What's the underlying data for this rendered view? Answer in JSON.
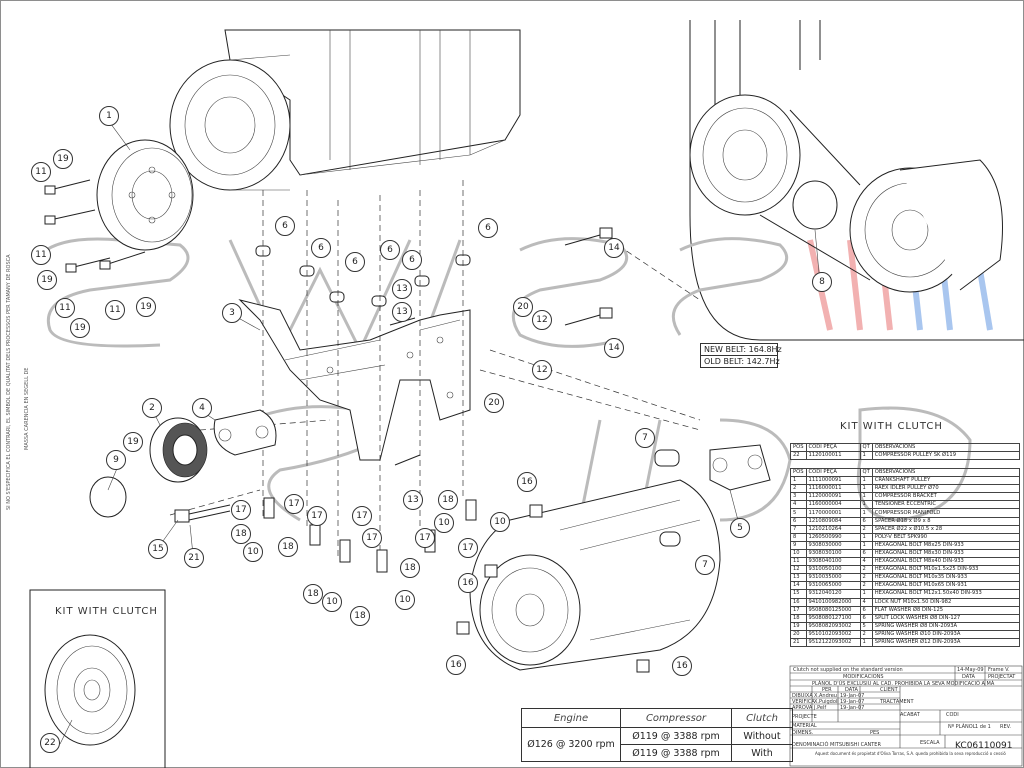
{
  "watermark": "SWISS",
  "side_note": "SI NO S'ESPECIFICA EL CONTRARI, EL SIMBOL DE QUALITAT DELS PROCESSOS PER TAMANY DE ROSCA",
  "side_note_2": "MASSA CARENCIA EN SEGELL DE",
  "kit_label_main": "KIT WITH CLUTCH",
  "kit_label_inset": "KIT WITH CLUTCH",
  "belt": {
    "new": "NEW BELT: 164.8Hz",
    "old": "OLD BELT: 142.7Hz"
  },
  "callouts": {
    "c1": "1",
    "c2": "2",
    "c3": "3",
    "c4": "4",
    "c5": "5",
    "c7a": "7",
    "c7b": "7",
    "c8": "8",
    "c9": "9",
    "c6a": "6",
    "c6b": "6",
    "c6c": "6",
    "c6d": "6",
    "c6e": "6",
    "c6f": "6",
    "c10a": "10",
    "c10b": "10",
    "c10c": "10",
    "c10d": "10",
    "c10e": "10",
    "c11a": "11",
    "c11b": "11",
    "c11c": "11",
    "c11d": "11",
    "c12a": "12",
    "c12b": "12",
    "c13a": "13",
    "c13b": "13",
    "c13c": "13",
    "c14a": "14",
    "c14b": "14",
    "c15": "15",
    "c16a": "16",
    "c16b": "16",
    "c16c": "16",
    "c16d": "16",
    "c17a": "17",
    "c17b": "17",
    "c17c": "17",
    "c17d": "17",
    "c17e": "17",
    "c17f": "17",
    "c17g": "17",
    "c18a": "18",
    "c18b": "18",
    "c18c": "18",
    "c18d": "18",
    "c18e": "18",
    "c18f": "18",
    "c19a": "19",
    "c19b": "19",
    "c19c": "19",
    "c19d": "19",
    "c19e": "19",
    "c20a": "20",
    "c20b": "20",
    "c21": "21",
    "c22": "22"
  },
  "kit_table": {
    "headers": [
      "POS",
      "CODI PEÇA",
      "QT",
      "OBSERVACIONS"
    ],
    "rows": [
      [
        "22",
        "1120100011",
        "1",
        "COMPRESSOR PULLEY SK Ø119"
      ]
    ]
  },
  "bom": {
    "headers": [
      "POS",
      "CODI PEÇA",
      "QT",
      "OBSERVACIONS"
    ],
    "rows": [
      [
        "1",
        "1111000091",
        "1",
        "CRANKSHAFT PULLEY"
      ],
      [
        "2",
        "1116000011",
        "1",
        "RAEX IDLER PULLEY Ø70"
      ],
      [
        "3",
        "1120000091",
        "1",
        "COMPRESSOR BRACKET"
      ],
      [
        "4",
        "1160000004",
        "1",
        "TENSIONER ECCENTRIC"
      ],
      [
        "5",
        "1170000001",
        "1",
        "COMPRESSOR MANIFOLD"
      ],
      [
        "6",
        "1210809084",
        "6",
        "SPACER Ø18 x Ø9 x 8"
      ],
      [
        "7",
        "1210210264",
        "2",
        "SPACER Ø22 x Ø10.5 x 28"
      ],
      [
        "8",
        "1260500990",
        "1",
        "POLY-V BELT SPK990"
      ],
      [
        "9",
        "9308030000",
        "1",
        "HEXAGONAL BOLT M8x25 DIN-933"
      ],
      [
        "10",
        "9308030100",
        "6",
        "HEXAGONAL BOLT M8x30 DIN-933"
      ],
      [
        "11",
        "9308040100",
        "4",
        "HEXAGONAL BOLT M8x40 DIN-933"
      ],
      [
        "12",
        "9310050100",
        "2",
        "HEXAGONAL BOLT M10x1.5x25 DIN-933"
      ],
      [
        "13",
        "9310035000",
        "2",
        "HEXAGONAL BOLT M10x35 DIN-933"
      ],
      [
        "14",
        "9310065000",
        "2",
        "HEXAGONAL BOLT M10x65 DIN-931"
      ],
      [
        "15",
        "9312040120",
        "1",
        "HEXAGONAL BOLT M12x1.50x40 DIN-933"
      ],
      [
        "16",
        "9410100982000",
        "4",
        "LOCK NUT M10x1.50 DIN-982"
      ],
      [
        "17",
        "9508080125000",
        "6",
        "FLAT WASHER Ø8 DIN-125"
      ],
      [
        "18",
        "9508080127100",
        "6",
        "SPLIT LOCK WASHER Ø8 DIN-127"
      ],
      [
        "19",
        "9508082093002",
        "5",
        "SPRING WASHER Ø8 DIN-2093A"
      ],
      [
        "20",
        "9510102093002",
        "2",
        "SPRING WASHER Ø10 DIN-2093A"
      ],
      [
        "21",
        "9512122093002",
        "1",
        "SPRING WASHER Ø12 DIN-2093A"
      ]
    ]
  },
  "title_block": {
    "note_row": "Clutch not supplied on the standard version",
    "note_mod": "MODIFICACIONS",
    "date1": "14-May-09",
    "frame": "Frame V.",
    "data": "DATA",
    "projectat": "PROJECTAT",
    "warning": "PLÀNOL D'ÚS EXCLUSIU AL CAD. PROHIBIDA LA SEVA MODIFICACIÓ A MÀ",
    "per": "PER",
    "data2": "DATA",
    "client": "CLIENT",
    "dibuixa": "DIBUIXA",
    "dibuixa_by": "X.Andreu",
    "dibuixa_date": "19-Jan-07",
    "verifica": "VERIFICA",
    "verifica_by": "X.Puigdoll",
    "verifica_date": "19-Jan-07",
    "aprova": "APROVA",
    "aprova_by": "J.Pelf",
    "aprova_date": "19-Jan-07",
    "tractament": "TRACTAMENT",
    "projecte": "PROJECTE",
    "acabat": "ACABAT",
    "codi": "CODI",
    "material": "MATERIAL",
    "dimens": "DIMENS.",
    "pes": "PES",
    "escala": "ESCALA",
    "planol": "Nº PLÀNOL",
    "sheet": "1 de 1",
    "rev": "REV.",
    "denominacio": "DENOMINACIÓ",
    "client_name": "MITSUBISHI CANTER",
    "drawing_code": "KC06110091",
    "footer": "Aquest document és propietat d'Oliva Torras, S.A. queda prohibida la seva reproducció o cessió"
  },
  "spec": {
    "headers": [
      "Engine",
      "Compressor",
      "Clutch"
    ],
    "engine": "Ø126 @ 3200 rpm",
    "rows": [
      {
        "compressor": "Ø119 @ 3388 rpm",
        "clutch": "Without"
      },
      {
        "compressor": "Ø119 @ 3388 rpm",
        "clutch": "With"
      }
    ]
  }
}
